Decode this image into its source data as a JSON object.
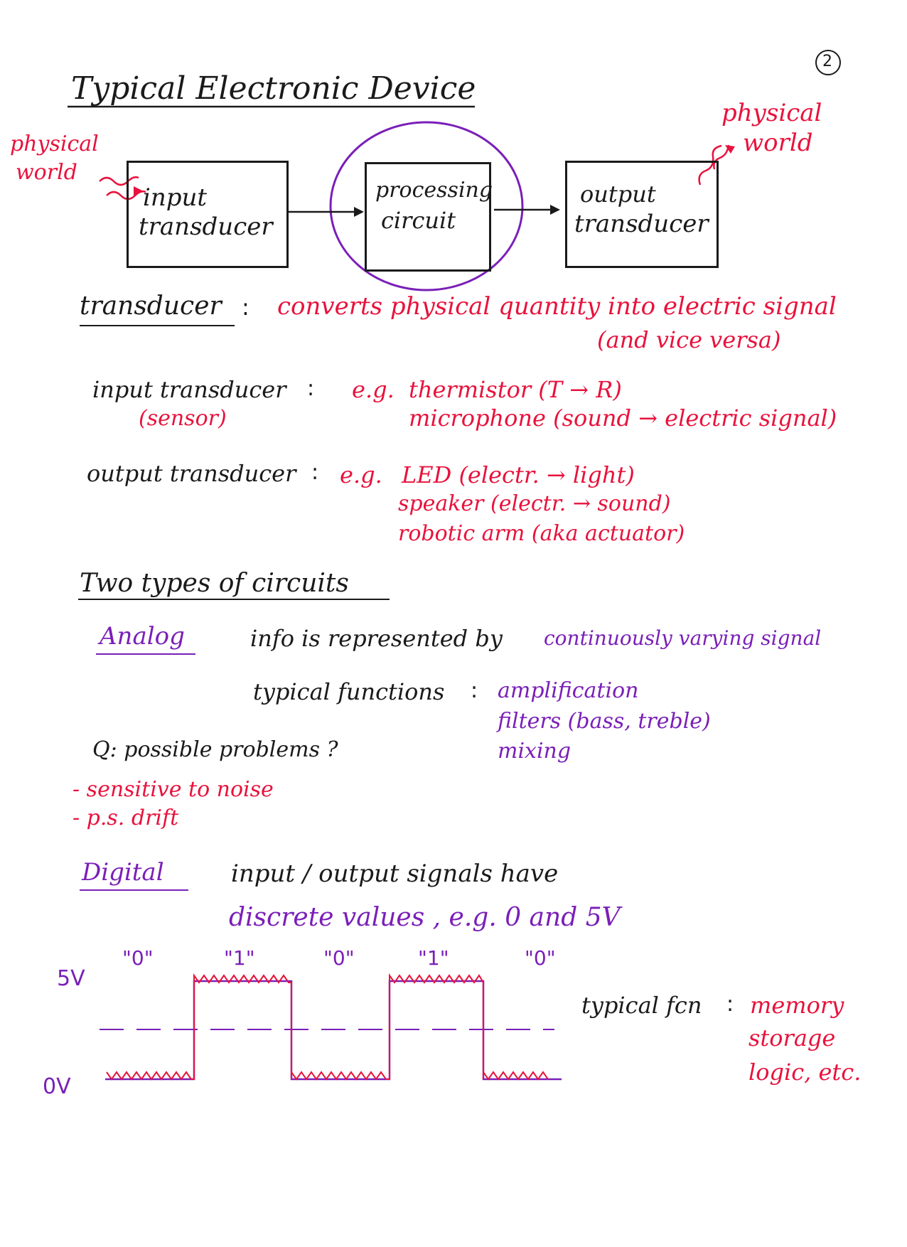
{
  "page_number": "2",
  "title": "Typical Electronic Device",
  "diagram": {
    "physical_world_in": [
      "physical",
      "world"
    ],
    "physical_world_out": [
      "physical",
      "world"
    ],
    "input_box": [
      "input",
      "transducer"
    ],
    "processing_box": [
      "processing",
      "circuit"
    ],
    "output_box": [
      "output",
      "transducer"
    ]
  },
  "transducer_def": {
    "term": "transducer",
    "colon": ":",
    "definition": "converts physical quantity into electric signal",
    "definition_cont": "(and vice versa)"
  },
  "input_transducer": {
    "label": "input transducer",
    "colon": ":",
    "sub": "(sensor)",
    "eg": "e.g.",
    "examples": [
      "thermistor (T → R)",
      "microphone (sound → electric signal)"
    ]
  },
  "output_transducer": {
    "label": "output transducer",
    "colon": ":",
    "eg": "e.g.",
    "examples": [
      "LED (electr. → light)",
      "speaker (electr. → sound)",
      "robotic arm (aka actuator)"
    ]
  },
  "circuits": {
    "heading": "Two types of circuits",
    "analog": {
      "label": "Analog",
      "desc_a": "info is represented by",
      "desc_b": "continuously varying signal",
      "functions_label": "typical functions",
      "colon": ":",
      "functions": [
        "amplification",
        "filters (bass, treble)",
        "mixing"
      ],
      "question": "Q: possible problems ?",
      "problems": [
        "- sensitive to noise",
        "- p.s. drift"
      ]
    },
    "digital": {
      "label": "Digital",
      "desc_a": "input / output signals have",
      "desc_b": "discrete values , e.g. 0 and 5V",
      "levels": [
        "\"0\"",
        "\"1\"",
        "\"0\"",
        "\"1\"",
        "\"0\""
      ],
      "v_high": "5V",
      "v_low": "0V",
      "functions_label": "typical fcn",
      "colon": ":",
      "functions": [
        "memory",
        "storage",
        "logic, etc."
      ]
    }
  }
}
